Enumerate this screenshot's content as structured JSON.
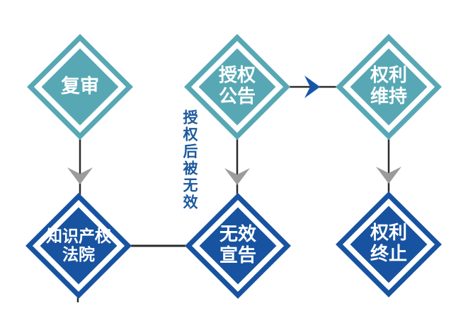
{
  "diagram": {
    "description": "patent-lifecycle-flow",
    "nodes": [
      {
        "id": "review",
        "lines": [
          "复审",
          ""
        ],
        "variant": "teal"
      },
      {
        "id": "grant-announcement",
        "lines": [
          "授权",
          "公告"
        ],
        "variant": "teal"
      },
      {
        "id": "right-maintained",
        "lines": [
          "权利",
          "维持"
        ],
        "variant": "teal"
      },
      {
        "id": "ip-court",
        "lines": [
          "知识产权",
          "法院"
        ],
        "variant": "blue"
      },
      {
        "id": "invalidation",
        "lines": [
          "无效",
          "宣告"
        ],
        "variant": "blue"
      },
      {
        "id": "right-terminated",
        "lines": [
          "权利",
          "终止"
        ],
        "variant": "blue"
      }
    ],
    "annotation": {
      "text": "授权后被无效"
    },
    "colors": {
      "teal": "#57a8b4",
      "blue": "#1753a0",
      "line": "#2b2b2b",
      "gray_arrow": "#9b9b9b",
      "blue_arrow": "#1457a8",
      "note": "#1d5a9c"
    }
  }
}
